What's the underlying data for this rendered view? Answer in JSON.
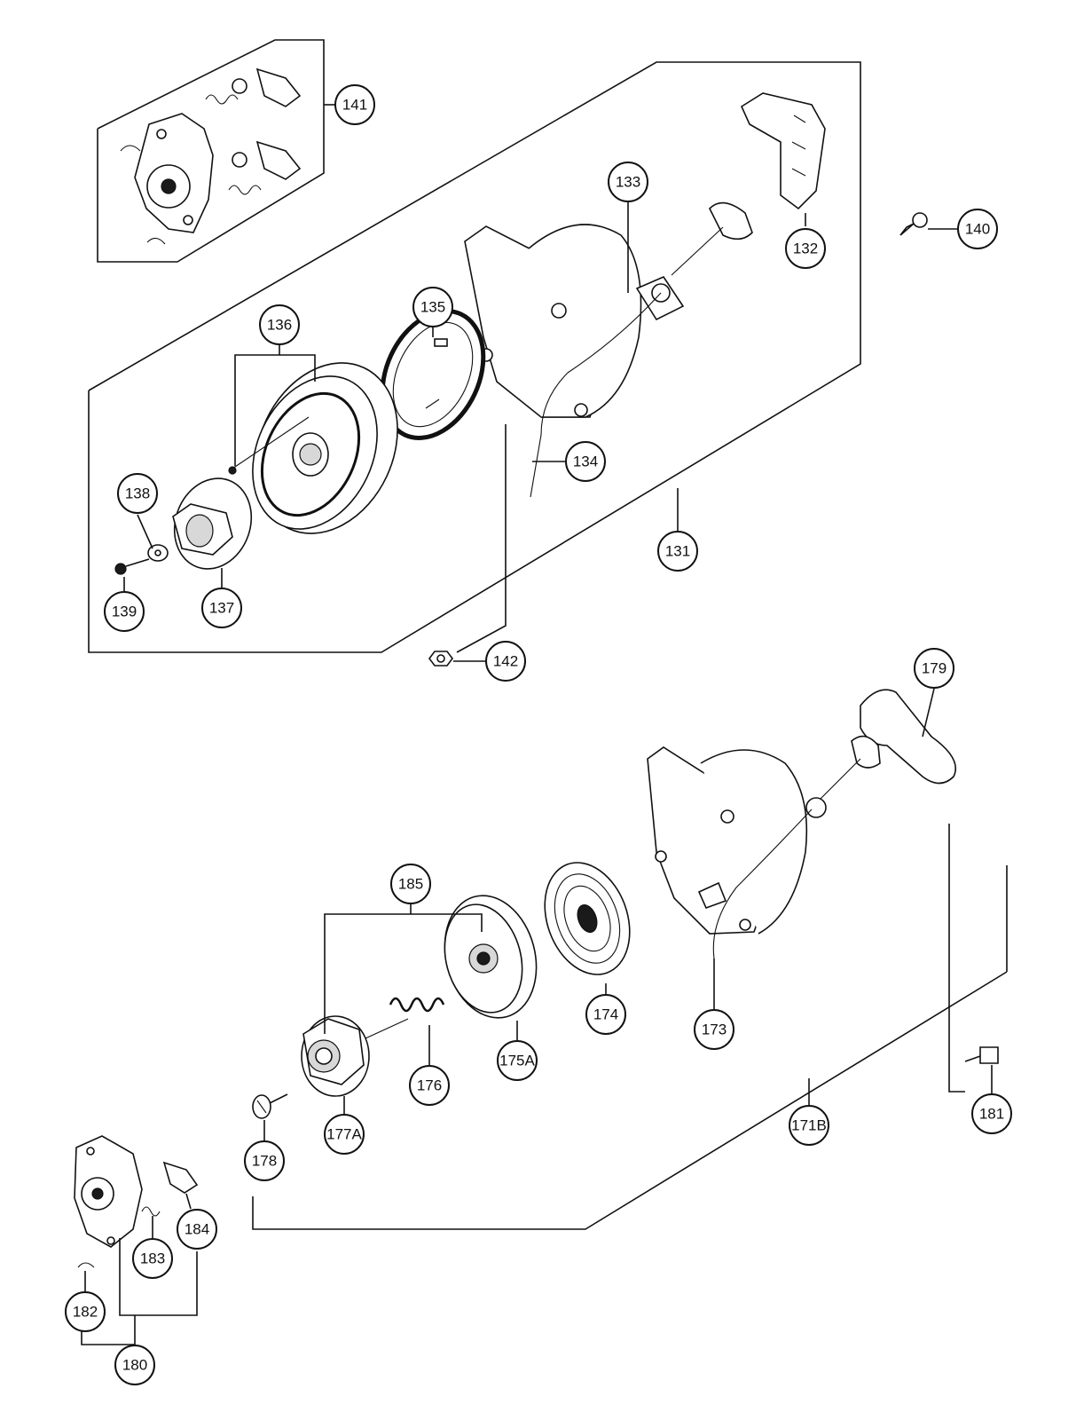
{
  "diagram": {
    "callouts": [
      {
        "id": "141",
        "label": "141"
      },
      {
        "id": "133",
        "label": "133"
      },
      {
        "id": "132",
        "label": "132"
      },
      {
        "id": "140",
        "label": "140"
      },
      {
        "id": "135",
        "label": "135"
      },
      {
        "id": "136",
        "label": "136"
      },
      {
        "id": "134",
        "label": "134"
      },
      {
        "id": "138",
        "label": "138"
      },
      {
        "id": "131",
        "label": "131"
      },
      {
        "id": "137",
        "label": "137"
      },
      {
        "id": "139",
        "label": "139"
      },
      {
        "id": "142",
        "label": "142"
      },
      {
        "id": "179",
        "label": "179"
      },
      {
        "id": "185",
        "label": "185"
      },
      {
        "id": "174",
        "label": "174"
      },
      {
        "id": "173",
        "label": "173"
      },
      {
        "id": "175A",
        "label": "175A"
      },
      {
        "id": "176",
        "label": "176"
      },
      {
        "id": "178",
        "label": "178"
      },
      {
        "id": "177A",
        "label": "177A"
      },
      {
        "id": "171B",
        "label": "171B"
      },
      {
        "id": "181",
        "label": "181"
      },
      {
        "id": "184",
        "label": "184"
      },
      {
        "id": "183",
        "label": "183"
      },
      {
        "id": "182",
        "label": "182"
      },
      {
        "id": "180",
        "label": "180"
      }
    ]
  }
}
